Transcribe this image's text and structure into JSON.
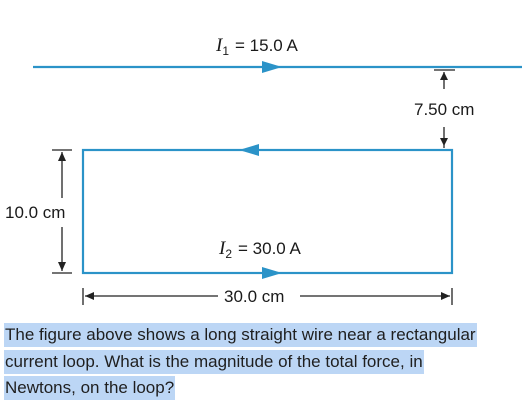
{
  "diagram": {
    "wire_current_symbol": "I",
    "wire_current_subscript": "1",
    "wire_current_value": "= 15.0 A",
    "loop_current_symbol": "I",
    "loop_current_subscript": "2",
    "loop_current_value": "= 30.0 A",
    "separation_label": "7.50 cm",
    "loop_height_label": "10.0 cm",
    "loop_width_label": "30.0 cm",
    "wire_color": "#2b93c8",
    "dimension_color": "#222222"
  },
  "question": {
    "lines": [
      "The figure above shows a long straight wire near a rectangular",
      "current loop. What is the  magnitude of the total force, in",
      "Newtons, on the loop?"
    ],
    "highlight_color": "#bcd6f5"
  }
}
